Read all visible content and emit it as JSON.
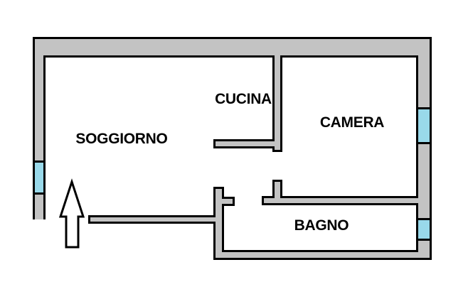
{
  "diagram": {
    "type": "floor-plan",
    "rooms": [
      {
        "id": "soggiorno",
        "label": "SOGGIORNO"
      },
      {
        "id": "cucina",
        "label": "CUCINA"
      },
      {
        "id": "camera",
        "label": "CAMERA"
      },
      {
        "id": "bagno",
        "label": "BAGNO"
      }
    ],
    "windows": [
      {
        "wall": "left",
        "room": "soggiorno"
      },
      {
        "wall": "right",
        "room": "camera"
      },
      {
        "wall": "right",
        "room": "bagno"
      }
    ],
    "icons": {
      "entrance_arrow": "up-arrow-icon"
    }
  },
  "colors": {
    "wall_fill": "#c3c3c3",
    "outline": "#000000",
    "window_fill": "#99d9ea",
    "arrow_fill": "#ffffff",
    "background": "#ffffff"
  }
}
